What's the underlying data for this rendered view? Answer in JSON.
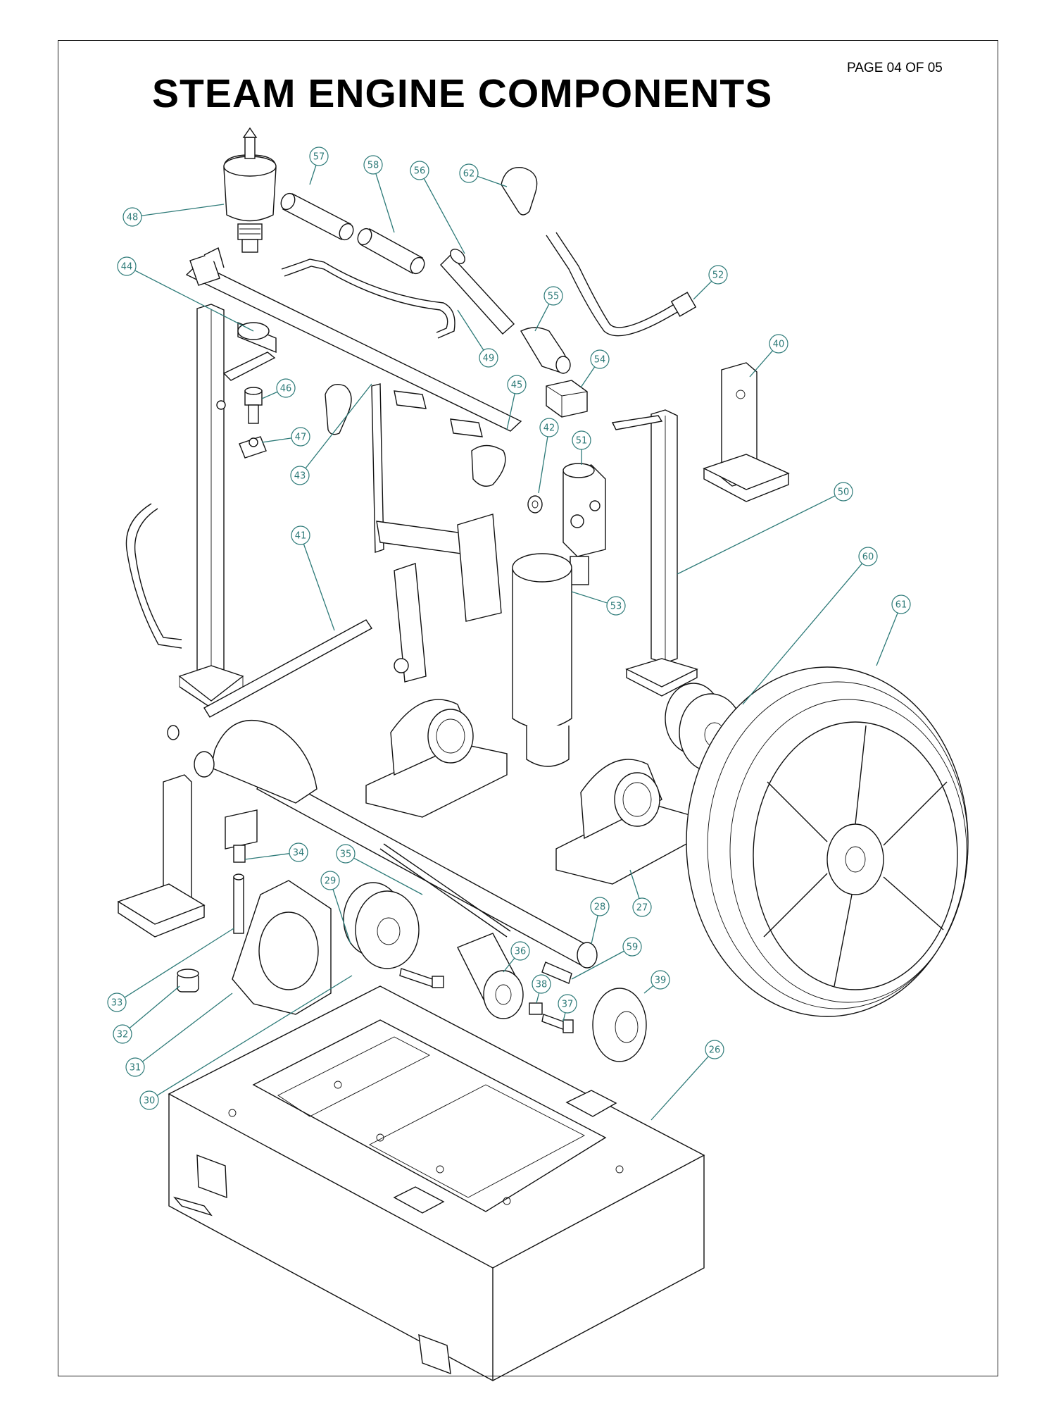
{
  "title": "STEAM ENGINE COMPONENTS",
  "page_label": "PAGE  04 OF 05",
  "colors": {
    "leader": "#2d7a78",
    "line": "#111111",
    "background": "#ffffff"
  },
  "callouts": [
    {
      "n": "57"
    },
    {
      "n": "58"
    },
    {
      "n": "56"
    },
    {
      "n": "62"
    },
    {
      "n": "48"
    },
    {
      "n": "44"
    },
    {
      "n": "52"
    },
    {
      "n": "55"
    },
    {
      "n": "49"
    },
    {
      "n": "40"
    },
    {
      "n": "54"
    },
    {
      "n": "46"
    },
    {
      "n": "45"
    },
    {
      "n": "47"
    },
    {
      "n": "42"
    },
    {
      "n": "51"
    },
    {
      "n": "43"
    },
    {
      "n": "50"
    },
    {
      "n": "41"
    },
    {
      "n": "60"
    },
    {
      "n": "53"
    },
    {
      "n": "61"
    },
    {
      "n": "34"
    },
    {
      "n": "35"
    },
    {
      "n": "29"
    },
    {
      "n": "28"
    },
    {
      "n": "27"
    },
    {
      "n": "59"
    },
    {
      "n": "36"
    },
    {
      "n": "39"
    },
    {
      "n": "38"
    },
    {
      "n": "33"
    },
    {
      "n": "37"
    },
    {
      "n": "32"
    },
    {
      "n": "31"
    },
    {
      "n": "26"
    },
    {
      "n": "30"
    }
  ]
}
